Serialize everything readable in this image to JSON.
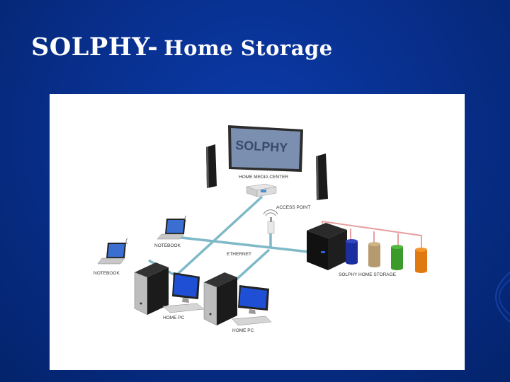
{
  "slide": {
    "title_main": "SOLPHY-",
    "title_sub": "Home Storage"
  },
  "diagram": {
    "labels": {
      "media_center": "HOME MEDIA CENTER",
      "access_point": "ACCESS POINT",
      "notebook_top": "NOTEBOOK",
      "notebook_left": "NOTEBOOK",
      "ethernet": "ETHERNET",
      "home_storage": "SOLPHY HOME STORAGE",
      "home_pc_left": "HOME PC",
      "home_pc_right": "HOME PC"
    },
    "screen_text": "SOLPHY",
    "colors": {
      "cable": "#7fb9c8",
      "storage_link": "#e8a0a0",
      "drum_blue": "#1a2e9e",
      "drum_tan": "#b49a6e",
      "drum_green": "#3a9a2a",
      "drum_orange": "#e07a10"
    }
  }
}
